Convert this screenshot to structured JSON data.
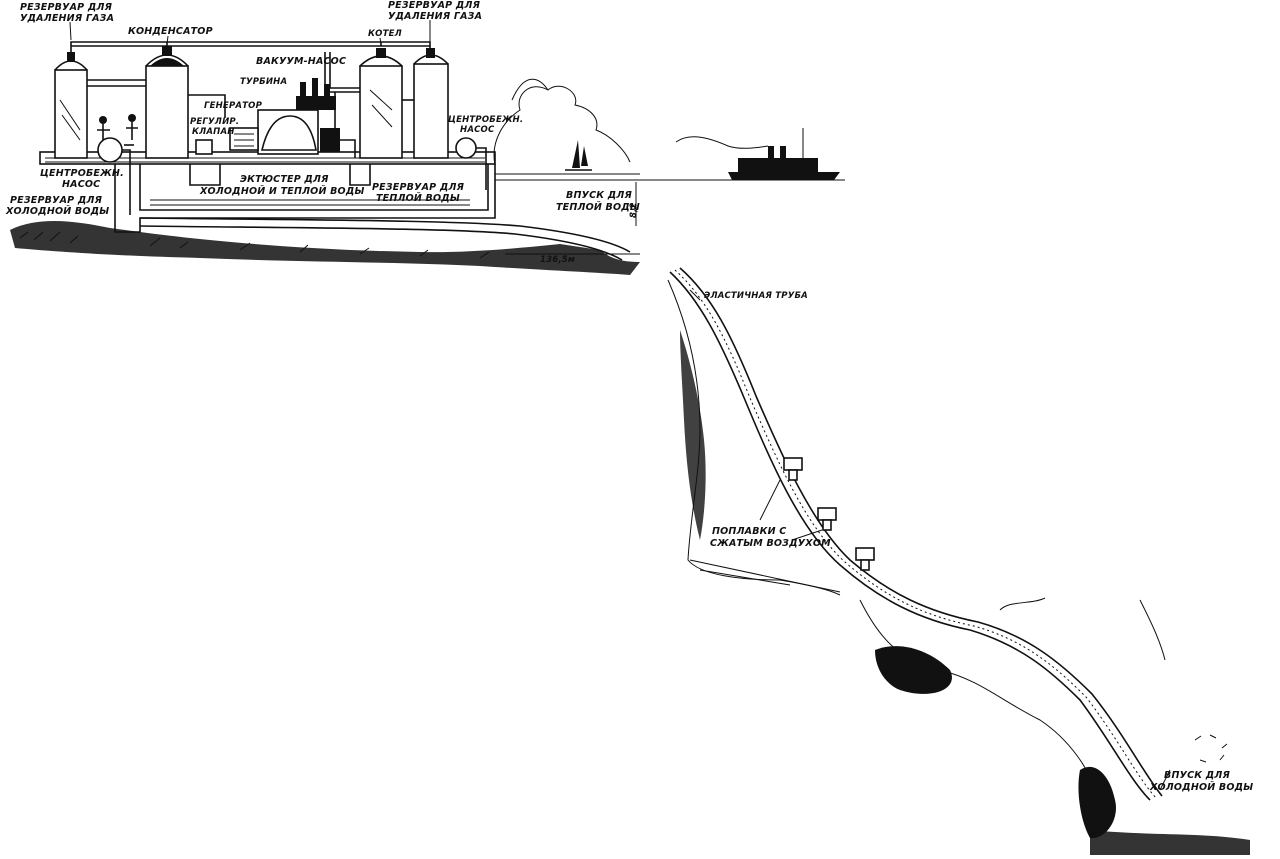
{
  "labels": {
    "gas_tank_left": [
      "РЕЗЕРВУАР ДЛЯ",
      "УДАЛЕНИЯ ГАЗА"
    ],
    "condenser": "КОНДЕНСАТОР",
    "gas_tank_right": [
      "РЕЗЕРВУАР ДЛЯ",
      "УДАЛЕНИЯ ГАЗА"
    ],
    "boiler": "КОТЕЛ",
    "vacuum_pump": "ВАКУУМ-НАСОС",
    "turbine": "ТУРБИНА",
    "generator": "ГЕНЕРАТОР",
    "regulating_valve": [
      "РЕГУЛИР.",
      "КЛАПАН"
    ],
    "centrifugal_pump_right": [
      "ЦЕНТРОБЕЖН.",
      "НАСОС"
    ],
    "centrifugal_pump_left": [
      "ЦЕНТРОБЕЖН.",
      "НАСОС"
    ],
    "cold_water_tank": [
      "РЕЗЕРВУАР ДЛЯ",
      "ХОЛОДНОЙ ВОДЫ"
    ],
    "ejector": [
      "ЭКТЮСТЕР ДЛЯ",
      "ХОЛОДНОЙ И ТЕПЛОЙ ВОДЫ"
    ],
    "warm_water_tank": [
      "РЕЗЕРВУАР ДЛЯ",
      "ТЕПЛОЙ ВОДЫ"
    ],
    "warm_water_intake": [
      "ВПУСК ДЛЯ",
      "ТЕПЛОЙ ВОДЫ"
    ],
    "depth_mark": "8,2",
    "length_mark": "136,5м",
    "elastic_pipe": "ЭЛАСТИЧНАЯ ТРУБА",
    "floats": [
      "ПОПЛАВКИ С",
      "СЖАТЫМ ВОЗДУХОМ"
    ],
    "cold_water_intake": [
      "ВПУСК ДЛЯ",
      "ХОЛОДНОЙ ВОДЫ"
    ]
  }
}
